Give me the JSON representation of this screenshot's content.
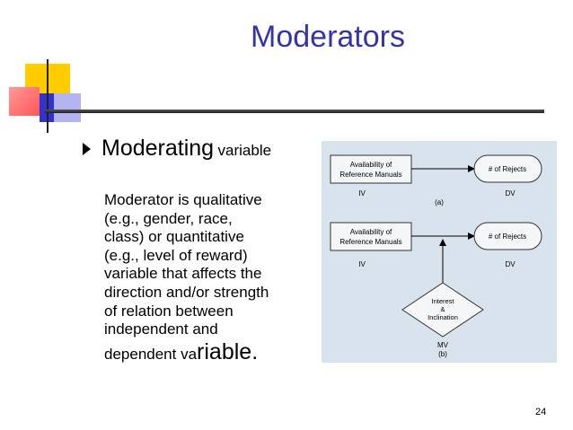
{
  "slide": {
    "title": "Moderators",
    "bullet": {
      "term": "Moderating",
      "term_suffix": "variable"
    },
    "body": [
      "Moderator is qualitative",
      "(e.g., gender, race,",
      "class) or quantitative",
      "(e.g., level of reward)",
      "variable that affects the",
      "direction and/or strength",
      "of relation between",
      "independent and"
    ],
    "body_last_small": "dependent va",
    "body_last_big": "riable.",
    "page_number": "24"
  },
  "diagram": {
    "part_a": {
      "iv_box_line1": "Availability of",
      "iv_box_line2": "Reference Manuals",
      "dv_box": "# of Rejects",
      "iv_label": "IV",
      "dv_label": "DV",
      "caption": "(a)"
    },
    "part_b": {
      "iv_box_line1": "Availability of",
      "iv_box_line2": "Reference Manuals",
      "dv_box": "# of Rejects",
      "iv_label": "IV",
      "dv_label": "DV",
      "mv_line1": "Interest",
      "mv_line2": "&",
      "mv_line3": "Inclination",
      "mv_label": "MV",
      "caption": "(b)"
    }
  },
  "colors": {
    "title": "#3333aa",
    "diagram_bg": "#d9e3ee",
    "deco_yellow": "#ffcc00",
    "deco_blue": "#3333cc",
    "deco_red": "#ff6666"
  }
}
